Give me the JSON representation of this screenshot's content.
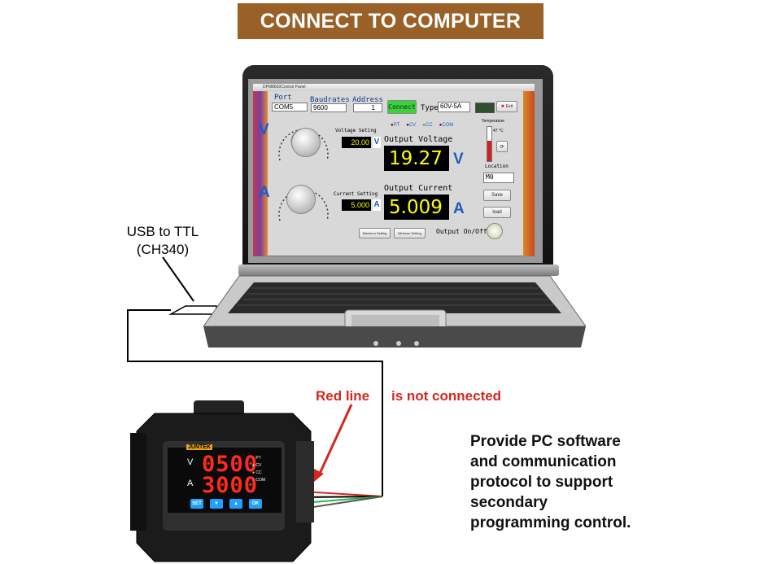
{
  "title": "CONNECT TO COMPUTER",
  "usb_label": [
    "USB to TTL",
    "(CH340)"
  ],
  "red_line_label": "Red line",
  "not_connected_label": "is not connected",
  "provide_text": [
    "Provide PC software",
    "and communication",
    "protocol to support",
    "secondary",
    "programming control."
  ],
  "app": {
    "window_title": "DPM8600Control Panel",
    "port_label": "Port",
    "port_value": "COM5",
    "baud_label": "Baudrates",
    "baud_value": "9600",
    "address_label": "Address",
    "address_value": "1",
    "connect_label": "Connect",
    "type_label": "Type",
    "type_value": "60V-5A",
    "exit_label": "Exit",
    "status_leds": [
      "PT",
      "CV",
      "CC",
      "COM"
    ],
    "voltage_unit": "V",
    "current_unit": "A",
    "voltage_setting_label": "Voltage Seting",
    "voltage_setting_value": "20.00",
    "current_setting_label": "Current Setting",
    "current_setting_value": "5.000",
    "output_voltage_label": "Output Voltage",
    "output_voltage_value": "19.27",
    "output_current_label": "Output Current",
    "output_current_value": "5.009",
    "temperature_label": "Temperature",
    "temperature_unit": "47 °C",
    "location_label": "Location",
    "location_value": "M0",
    "save_label": "Save",
    "load_label": "load",
    "max_setting_label": "Maximun Setting",
    "min_setting_label": "Minimun Setting",
    "output_onoff_label": "Output On/Off"
  },
  "device": {
    "brand": "JUNTEK",
    "v_label": "V",
    "a_label": "A",
    "voltage_display": "0500",
    "current_display": "3000",
    "leds": [
      "PT",
      "CV",
      "CC",
      "COM"
    ],
    "buttons": [
      "SET",
      "▼",
      "▲",
      "OK"
    ]
  }
}
